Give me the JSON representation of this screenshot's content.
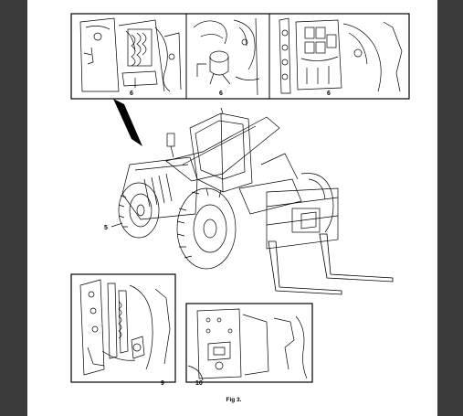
{
  "figure": {
    "caption": "Fig 3.",
    "callouts": {
      "top_left": "6",
      "top_middle": "6",
      "top_right": "6",
      "machine": "5",
      "bottom_left": "9",
      "bottom_right": "10"
    }
  },
  "colors": {
    "viewer_background": "#3b3b3b",
    "page_background": "#ffffff",
    "ink": "#000000"
  }
}
